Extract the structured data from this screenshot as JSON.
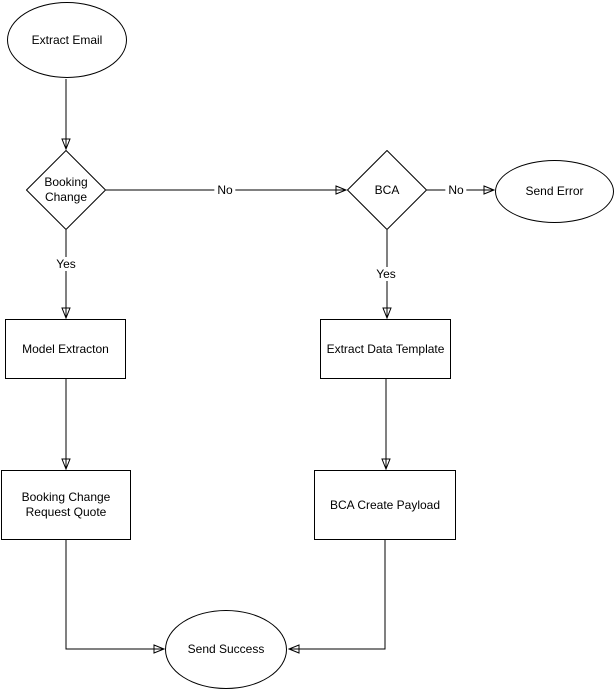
{
  "diagram": {
    "type": "flowchart",
    "colors": {
      "node_stroke": "#000000",
      "node_fill": "#ffffff",
      "edge_stroke": "#000000",
      "text": "#000000",
      "background": "#ffffff"
    },
    "nodes": {
      "extract_email": {
        "label": "Extract Email",
        "shape": "ellipse"
      },
      "booking_change": {
        "label": "Booking Change",
        "shape": "diamond"
      },
      "bca": {
        "label": "BCA",
        "shape": "diamond"
      },
      "send_error": {
        "label": "Send Error",
        "shape": "ellipse"
      },
      "model_extracton": {
        "label": "Model Extracton",
        "shape": "rectangle"
      },
      "extract_data_template": {
        "label": "Extract Data Template",
        "shape": "rectangle"
      },
      "booking_change_request_quote": {
        "label": "Booking Change Request Quote",
        "shape": "rectangle"
      },
      "bca_create_payload": {
        "label": "BCA Create Payload",
        "shape": "rectangle"
      },
      "send_success": {
        "label": "Send Success",
        "shape": "ellipse"
      }
    },
    "edges": [
      {
        "from": "extract_email",
        "to": "booking_change",
        "label": ""
      },
      {
        "from": "booking_change",
        "to": "bca",
        "label": "No"
      },
      {
        "from": "booking_change",
        "to": "model_extracton",
        "label": "Yes"
      },
      {
        "from": "bca",
        "to": "send_error",
        "label": "No"
      },
      {
        "from": "bca",
        "to": "extract_data_template",
        "label": "Yes"
      },
      {
        "from": "model_extracton",
        "to": "booking_change_request_quote",
        "label": ""
      },
      {
        "from": "extract_data_template",
        "to": "bca_create_payload",
        "label": ""
      },
      {
        "from": "booking_change_request_quote",
        "to": "send_success",
        "label": ""
      },
      {
        "from": "bca_create_payload",
        "to": "send_success",
        "label": ""
      }
    ]
  }
}
